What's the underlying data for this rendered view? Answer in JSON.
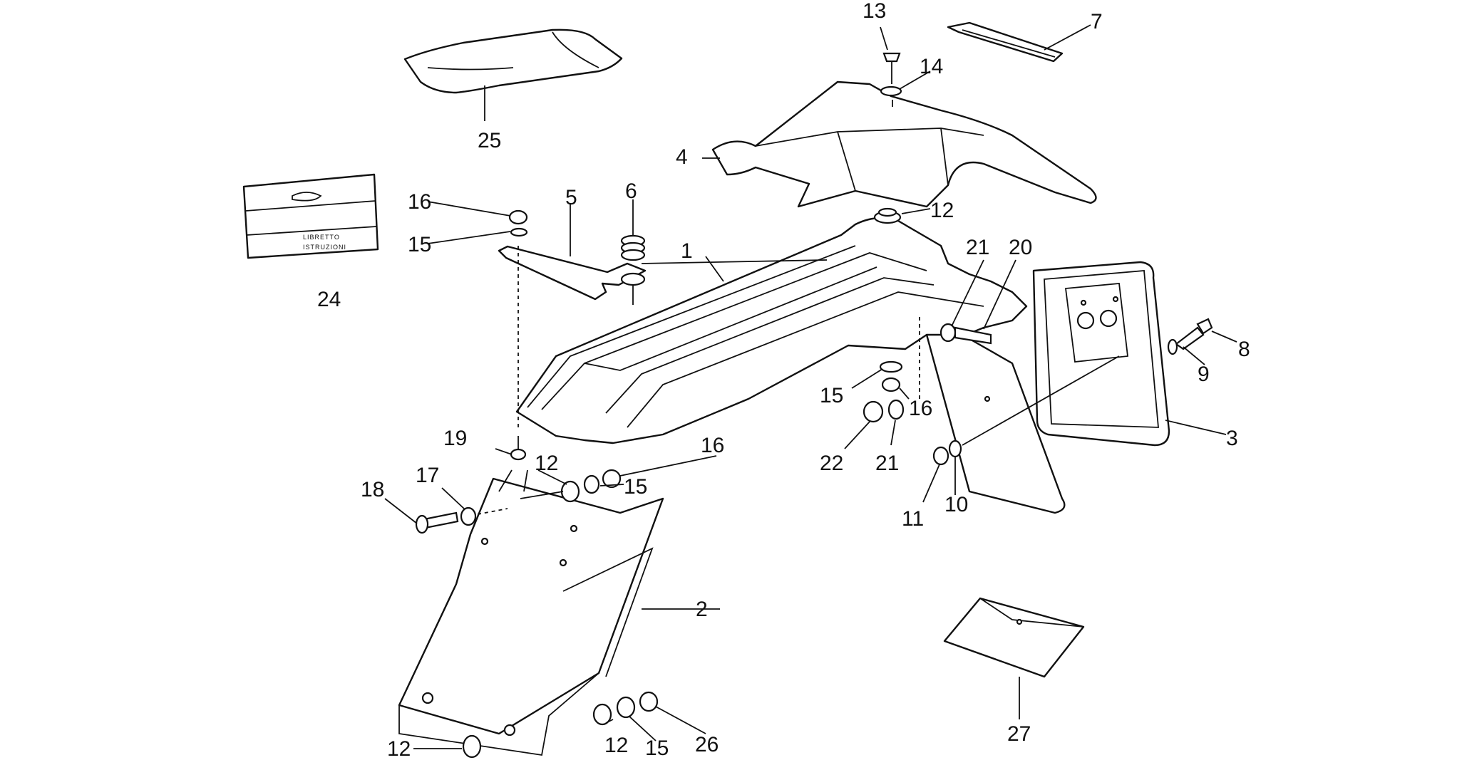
{
  "callouts": {
    "c1": "1",
    "c2": "2",
    "c3": "3",
    "c4": "4",
    "c5": "5",
    "c6": "6",
    "c7": "7",
    "c8": "8",
    "c9": "9",
    "c10": "10",
    "c11": "11",
    "c12a": "12",
    "c12b": "12",
    "c12c": "12",
    "c12d": "12",
    "c13": "13",
    "c14": "14",
    "c15a": "15",
    "c15b": "15",
    "c15c": "15",
    "c15d": "15",
    "c16a": "16",
    "c16b": "16",
    "c16c": "16",
    "c17": "17",
    "c18": "18",
    "c19": "19",
    "c20": "20",
    "c21a": "21",
    "c21b": "21",
    "c22": "22",
    "c24": "24",
    "c25": "25",
    "c26": "26",
    "c27": "27"
  },
  "booklet": {
    "line1": "LIBRETTO",
    "line2": "ISTRUZIONI"
  }
}
